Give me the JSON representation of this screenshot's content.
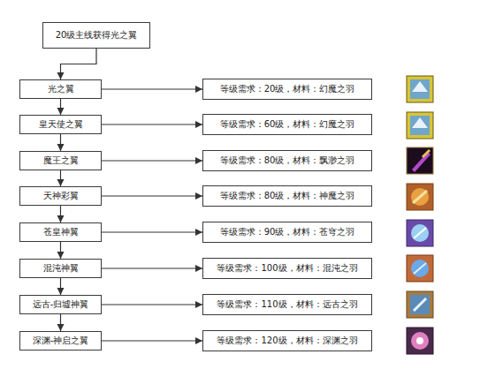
{
  "diagram": {
    "nodes": [
      {
        "text": [
          "20级主线获得光之翼"
        ]
      },
      {
        "text": [
          "光之翼"
        ]
      },
      {
        "text": [
          "等级需求：20级，材料：幻魔之羽"
        ]
      },
      {
        "text": [
          "皇天使之翼"
        ]
      },
      {
        "text": [
          "等级需求：60级，材料：幻魔之羽"
        ]
      },
      {
        "text": [
          "魔王之翼"
        ]
      },
      {
        "text": [
          "等级需求：80级，材料：飘渺之羽"
        ]
      },
      {
        "text": [
          "天神彩翼"
        ]
      },
      {
        "text": [
          "等级需求：80级，材料：神魔之羽"
        ]
      },
      {
        "text": [
          "苍皇神翼"
        ]
      },
      {
        "text": [
          "等级需求：90级，材料：苍穹之羽"
        ]
      },
      {
        "text": [
          "混沌神翼"
        ]
      },
      {
        "text": [
          "等级需求：100级，材料：混沌之羽"
        ]
      },
      {
        "text": [
          "远古-归墟神翼"
        ]
      },
      {
        "text": [
          "等级需求：110级，材料：远古之羽"
        ]
      },
      {
        "text": [
          "深渊-神启之翼"
        ]
      },
      {
        "text": [
          "等级需求：120级，材料：深渊之羽"
        ]
      }
    ],
    "edges": [
      {
        "from": 0,
        "to": 1,
        "arrow": "to"
      },
      {
        "from": 1,
        "to": 2,
        "arrow": "to"
      },
      {
        "from": 1,
        "to": 3,
        "arrow": "to"
      },
      {
        "from": 3,
        "to": 4,
        "arrow": "to"
      },
      {
        "from": 3,
        "to": 5,
        "arrow": "to"
      },
      {
        "from": 5,
        "to": 6,
        "arrow": "to"
      },
      {
        "from": 5,
        "to": 7,
        "arrow": "to"
      },
      {
        "from": 7,
        "to": 8,
        "arrow": "to"
      },
      {
        "from": 7,
        "to": 9,
        "arrow": "to"
      },
      {
        "from": 9,
        "to": 10,
        "arrow": "to"
      },
      {
        "from": 9,
        "to": 11,
        "arrow": "to"
      },
      {
        "from": 11,
        "to": 12,
        "arrow": "to"
      },
      {
        "from": 11,
        "to": 13,
        "arrow": "to"
      },
      {
        "from": 13,
        "to": 14,
        "arrow": "to"
      },
      {
        "from": 13,
        "to": 15,
        "arrow": "to"
      },
      {
        "from": 15,
        "to": 16,
        "arrow": "to"
      }
    ]
  }
}
